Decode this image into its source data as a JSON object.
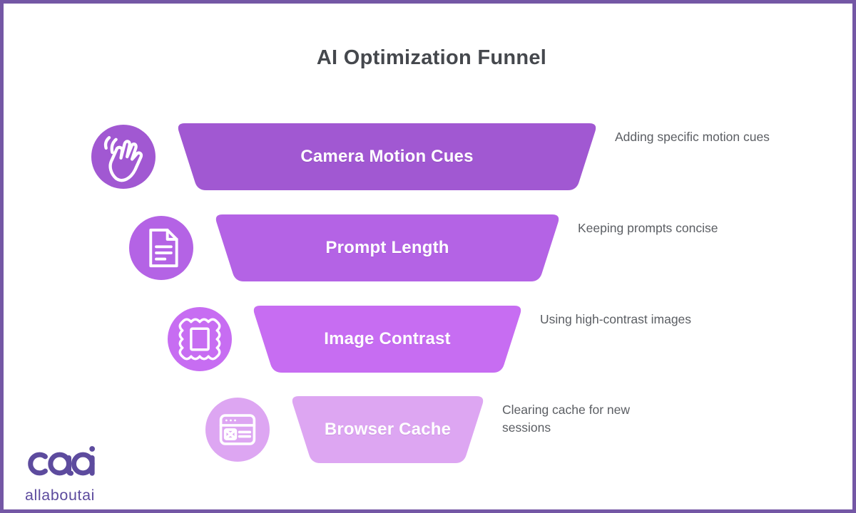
{
  "title": "AI Optimization Funnel",
  "funnel": {
    "tiers": [
      {
        "label": "Camera Motion Cues",
        "description": "Adding specific motion cues",
        "color": "#a158d2",
        "icon": "waving-hand-icon"
      },
      {
        "label": "Prompt Length",
        "description": "Keeping prompts concise",
        "color": "#b463e5",
        "icon": "document-icon"
      },
      {
        "label": "Image Contrast",
        "description": "Using high-contrast images",
        "color": "#c76df2",
        "icon": "stamp-image-icon"
      },
      {
        "label": "Browser Cache",
        "description": "Clearing cache for new sessions",
        "color": "#dda6f2",
        "icon": "browser-window-icon"
      }
    ]
  },
  "logo": {
    "brand": "allaboutai"
  },
  "colors": {
    "border": "#7457a5",
    "title": "#45484d",
    "description": "#5b5e63",
    "label_text": "#ffffff",
    "logo": "#5d4b9e",
    "background": "#ffffff"
  }
}
